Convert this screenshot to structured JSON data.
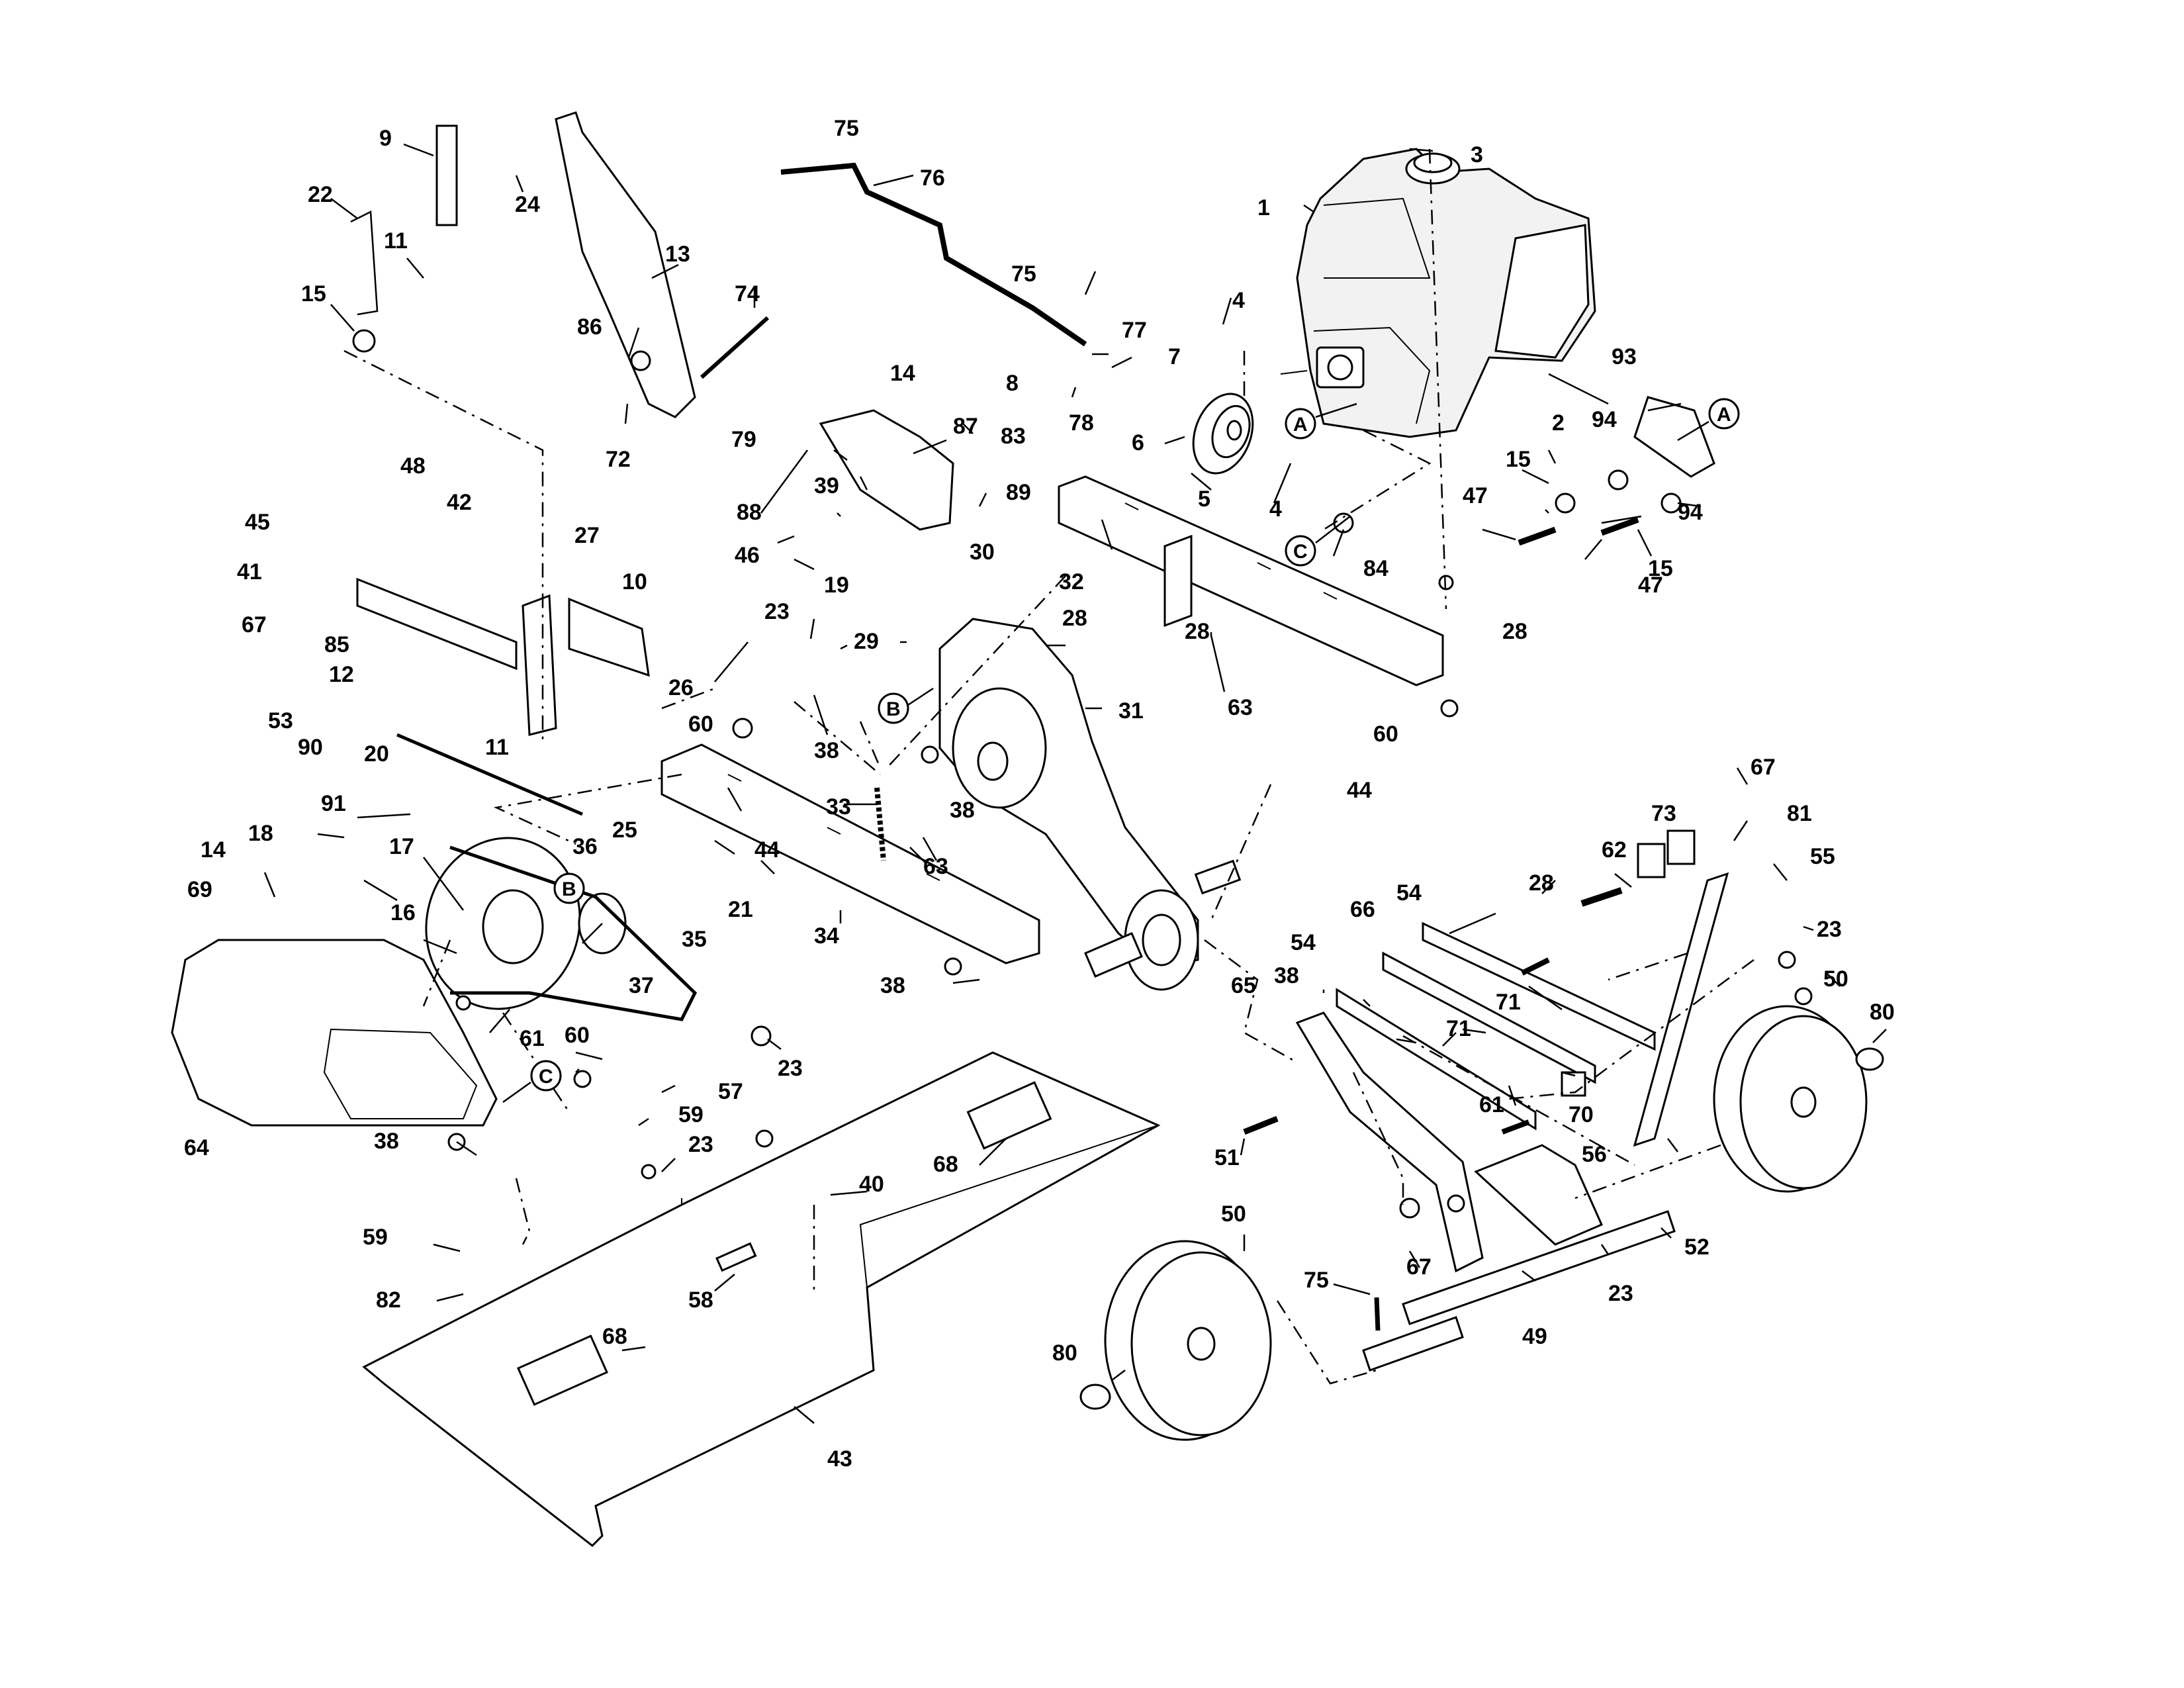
{
  "diagram": {
    "callout_letters": [
      "A",
      "B",
      "C"
    ],
    "labels": [
      {
        "id": "p1",
        "text": "1"
      },
      {
        "id": "p2",
        "text": "2"
      },
      {
        "id": "p3",
        "text": "3"
      },
      {
        "id": "p4a",
        "text": "4"
      },
      {
        "id": "p4b",
        "text": "4"
      },
      {
        "id": "p5",
        "text": "5"
      },
      {
        "id": "p6",
        "text": "6"
      },
      {
        "id": "p7",
        "text": "7"
      },
      {
        "id": "p8",
        "text": "8"
      },
      {
        "id": "p9",
        "text": "9"
      },
      {
        "id": "p10",
        "text": "10"
      },
      {
        "id": "p11a",
        "text": "11"
      },
      {
        "id": "p11b",
        "text": "11"
      },
      {
        "id": "p12",
        "text": "12"
      },
      {
        "id": "p13",
        "text": "13"
      },
      {
        "id": "p14a",
        "text": "14"
      },
      {
        "id": "p14b",
        "text": "14"
      },
      {
        "id": "p15a",
        "text": "15"
      },
      {
        "id": "p15b",
        "text": "15"
      },
      {
        "id": "p15c",
        "text": "15"
      },
      {
        "id": "p16",
        "text": "16"
      },
      {
        "id": "p17",
        "text": "17"
      },
      {
        "id": "p18",
        "text": "18"
      },
      {
        "id": "p19",
        "text": "19"
      },
      {
        "id": "p20",
        "text": "20"
      },
      {
        "id": "p21",
        "text": "21"
      },
      {
        "id": "p22",
        "text": "22"
      },
      {
        "id": "p23a",
        "text": "23"
      },
      {
        "id": "p23b",
        "text": "23"
      },
      {
        "id": "p23c",
        "text": "23"
      },
      {
        "id": "p23d",
        "text": "23"
      },
      {
        "id": "p23e",
        "text": "23"
      },
      {
        "id": "p24",
        "text": "24"
      },
      {
        "id": "p25",
        "text": "25"
      },
      {
        "id": "p26",
        "text": "26"
      },
      {
        "id": "p27",
        "text": "27"
      },
      {
        "id": "p28a",
        "text": "28"
      },
      {
        "id": "p28b",
        "text": "28"
      },
      {
        "id": "p28c",
        "text": "28"
      },
      {
        "id": "p28d",
        "text": "28"
      },
      {
        "id": "p29",
        "text": "29"
      },
      {
        "id": "p30",
        "text": "30"
      },
      {
        "id": "p31",
        "text": "31"
      },
      {
        "id": "p32",
        "text": "32"
      },
      {
        "id": "p33",
        "text": "33"
      },
      {
        "id": "p34",
        "text": "34"
      },
      {
        "id": "p35",
        "text": "35"
      },
      {
        "id": "p36",
        "text": "36"
      },
      {
        "id": "p37",
        "text": "37"
      },
      {
        "id": "p38a",
        "text": "38"
      },
      {
        "id": "p38b",
        "text": "38"
      },
      {
        "id": "p38c",
        "text": "38"
      },
      {
        "id": "p38d",
        "text": "38"
      },
      {
        "id": "p38e",
        "text": "38"
      },
      {
        "id": "p39",
        "text": "39"
      },
      {
        "id": "p40",
        "text": "40"
      },
      {
        "id": "p41",
        "text": "41"
      },
      {
        "id": "p42",
        "text": "42"
      },
      {
        "id": "p43",
        "text": "43"
      },
      {
        "id": "p44a",
        "text": "44"
      },
      {
        "id": "p44b",
        "text": "44"
      },
      {
        "id": "p45",
        "text": "45"
      },
      {
        "id": "p46",
        "text": "46"
      },
      {
        "id": "p47a",
        "text": "47"
      },
      {
        "id": "p47b",
        "text": "47"
      },
      {
        "id": "p48",
        "text": "48"
      },
      {
        "id": "p49",
        "text": "49"
      },
      {
        "id": "p50a",
        "text": "50"
      },
      {
        "id": "p50b",
        "text": "50"
      },
      {
        "id": "p51",
        "text": "51"
      },
      {
        "id": "p52",
        "text": "52"
      },
      {
        "id": "p53",
        "text": "53"
      },
      {
        "id": "p54a",
        "text": "54"
      },
      {
        "id": "p54b",
        "text": "54"
      },
      {
        "id": "p55",
        "text": "55"
      },
      {
        "id": "p56",
        "text": "56"
      },
      {
        "id": "p57",
        "text": "57"
      },
      {
        "id": "p58",
        "text": "58"
      },
      {
        "id": "p59a",
        "text": "59"
      },
      {
        "id": "p59b",
        "text": "59"
      },
      {
        "id": "p60a",
        "text": "60"
      },
      {
        "id": "p60b",
        "text": "60"
      },
      {
        "id": "p60c",
        "text": "60"
      },
      {
        "id": "p61a",
        "text": "61"
      },
      {
        "id": "p61b",
        "text": "61"
      },
      {
        "id": "p62",
        "text": "62"
      },
      {
        "id": "p63a",
        "text": "63"
      },
      {
        "id": "p63b",
        "text": "63"
      },
      {
        "id": "p64",
        "text": "64"
      },
      {
        "id": "p65",
        "text": "65"
      },
      {
        "id": "p66",
        "text": "66"
      },
      {
        "id": "p67a",
        "text": "67"
      },
      {
        "id": "p67b",
        "text": "67"
      },
      {
        "id": "p67c",
        "text": "67"
      },
      {
        "id": "p68a",
        "text": "68"
      },
      {
        "id": "p68b",
        "text": "68"
      },
      {
        "id": "p69",
        "text": "69"
      },
      {
        "id": "p70",
        "text": "70"
      },
      {
        "id": "p71a",
        "text": "71"
      },
      {
        "id": "p71b",
        "text": "71"
      },
      {
        "id": "p72",
        "text": "72"
      },
      {
        "id": "p73",
        "text": "73"
      },
      {
        "id": "p74",
        "text": "74"
      },
      {
        "id": "p75a",
        "text": "75"
      },
      {
        "id": "p75b",
        "text": "75"
      },
      {
        "id": "p75c",
        "text": "75"
      },
      {
        "id": "p76",
        "text": "76"
      },
      {
        "id": "p77",
        "text": "77"
      },
      {
        "id": "p78",
        "text": "78"
      },
      {
        "id": "p79",
        "text": "79"
      },
      {
        "id": "p80a",
        "text": "80"
      },
      {
        "id": "p80b",
        "text": "80"
      },
      {
        "id": "p81",
        "text": "81"
      },
      {
        "id": "p82",
        "text": "82"
      },
      {
        "id": "p83",
        "text": "83"
      },
      {
        "id": "p84",
        "text": "84"
      },
      {
        "id": "p85",
        "text": "85"
      },
      {
        "id": "p86",
        "text": "86"
      },
      {
        "id": "p87",
        "text": "87"
      },
      {
        "id": "p88",
        "text": "88"
      },
      {
        "id": "p89",
        "text": "89"
      },
      {
        "id": "p90",
        "text": "90"
      },
      {
        "id": "p91",
        "text": "91"
      },
      {
        "id": "p93",
        "text": "93"
      },
      {
        "id": "p94a",
        "text": "94"
      },
      {
        "id": "p94b",
        "text": "94"
      }
    ]
  }
}
